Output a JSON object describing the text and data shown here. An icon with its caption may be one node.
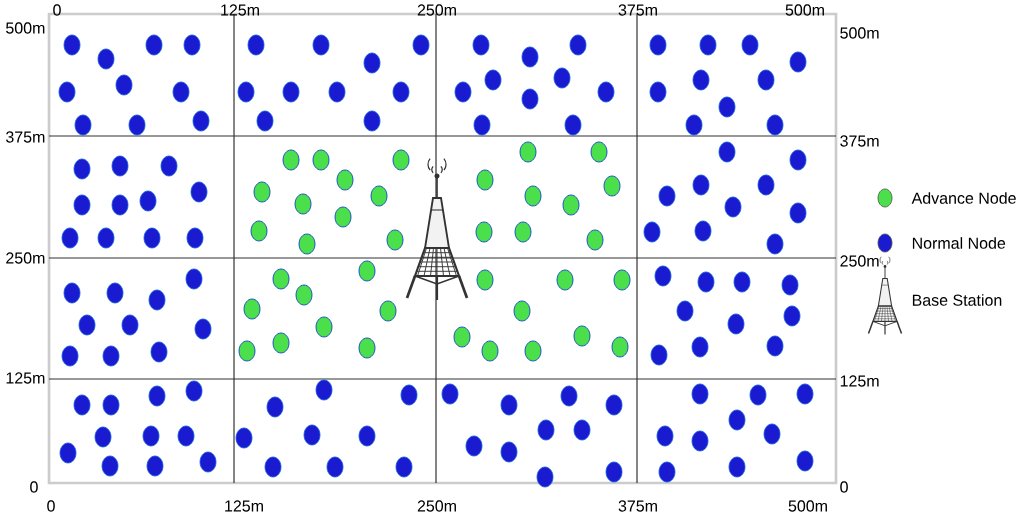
{
  "diagram": {
    "labels": [
      "0",
      "125m",
      "250m",
      "375m",
      "500m",
      "500m",
      "500m",
      "375m",
      "375m",
      "250m",
      "250m",
      "125m",
      "125m",
      "0",
      "0",
      "0",
      "125m",
      "250m",
      "375m",
      "500m"
    ],
    "legend": [
      {
        "text": "Advance Node",
        "color": "#4be04b"
      },
      {
        "text": "Normal Node",
        "color": "#1a1ad0"
      },
      {
        "text": "Base Station"
      }
    ]
  }
}
